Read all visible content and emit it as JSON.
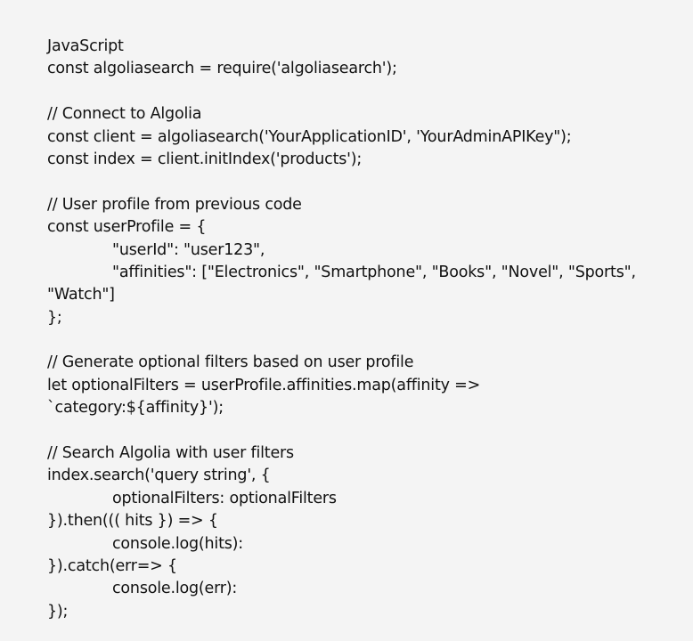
{
  "code": {
    "language_label": "JavaScript",
    "lines": [
      {
        "text": "const algoliasearch = require('algoliasearch');",
        "indent": false
      },
      {
        "text": "",
        "indent": false
      },
      {
        "text": "// Connect to Algolia",
        "indent": false
      },
      {
        "text": "const client = algoliasearch('YourApplicationID', 'YourAdminAPIKey\");",
        "indent": false
      },
      {
        "text": "const index = client.initIndex('products');",
        "indent": false
      },
      {
        "text": "",
        "indent": false
      },
      {
        "text": "// User profile from previous code",
        "indent": false
      },
      {
        "text": "const userProfile = {",
        "indent": false
      },
      {
        "text": "\"userId\": \"user123\",",
        "indent": true
      },
      {
        "text": "\"affinities\": [\"Electronics\", \"Smartphone\", \"Books\", \"Novel\", \"Sports\",",
        "indent": true
      },
      {
        "text": "\"Watch\"]",
        "indent": false
      },
      {
        "text": "};",
        "indent": false
      },
      {
        "text": "",
        "indent": false
      },
      {
        "text": "// Generate optional filters based on user profile",
        "indent": false
      },
      {
        "text": "let optionalFilters = userProfile.affinities.map(affinity =>",
        "indent": false
      },
      {
        "text": "`category:${affinity}');",
        "indent": false
      },
      {
        "text": "",
        "indent": false
      },
      {
        "text": "// Search Algolia with user filters",
        "indent": false
      },
      {
        "text": "index.search('query string', {",
        "indent": false
      },
      {
        "text": "optionalFilters: optionalFilters",
        "indent": true
      },
      {
        "text": "}).then((( hits }) => {",
        "indent": false
      },
      {
        "text": "console.log(hits):",
        "indent": true
      },
      {
        "text": "}).catch(err=> {",
        "indent": false
      },
      {
        "text": "console.log(err):",
        "indent": true
      },
      {
        "text": "});",
        "indent": false
      }
    ]
  }
}
